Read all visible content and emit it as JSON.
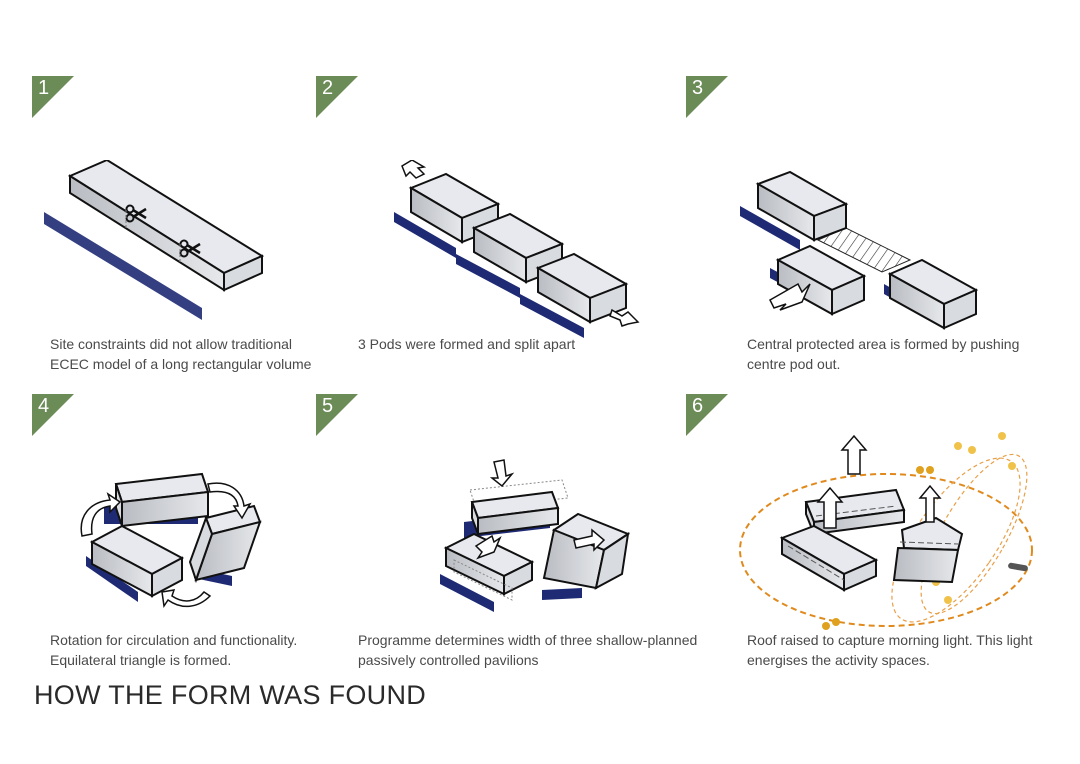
{
  "title": "HOW THE FORM WAS FOUND",
  "accent_color": "#6b8b57",
  "steps": [
    {
      "number": "1",
      "caption": [
        "Site constraints did not allow traditional",
        "ECEC model of a long rectangular volume"
      ]
    },
    {
      "number": "2",
      "caption": [
        "3 Pods were formed and split apart"
      ]
    },
    {
      "number": "3",
      "caption": [
        "Central protected area is formed by pushing",
        "centre pod out."
      ]
    },
    {
      "number": "4",
      "caption": [
        "Rotation for circulation and functionality.",
        "Equilateral triangle is formed."
      ]
    },
    {
      "number": "5",
      "caption": [
        "Programme determines width of three shallow-planned",
        "passively controlled pavilions"
      ]
    },
    {
      "number": "6",
      "caption": [
        "Roof raised to capture morning light. This light",
        "energises the activity spaces."
      ]
    }
  ],
  "icons": [
    "scissors-icon",
    "arrow-icon",
    "hatch-area",
    "rotation-arrow-icon",
    "sun-path-icon"
  ]
}
